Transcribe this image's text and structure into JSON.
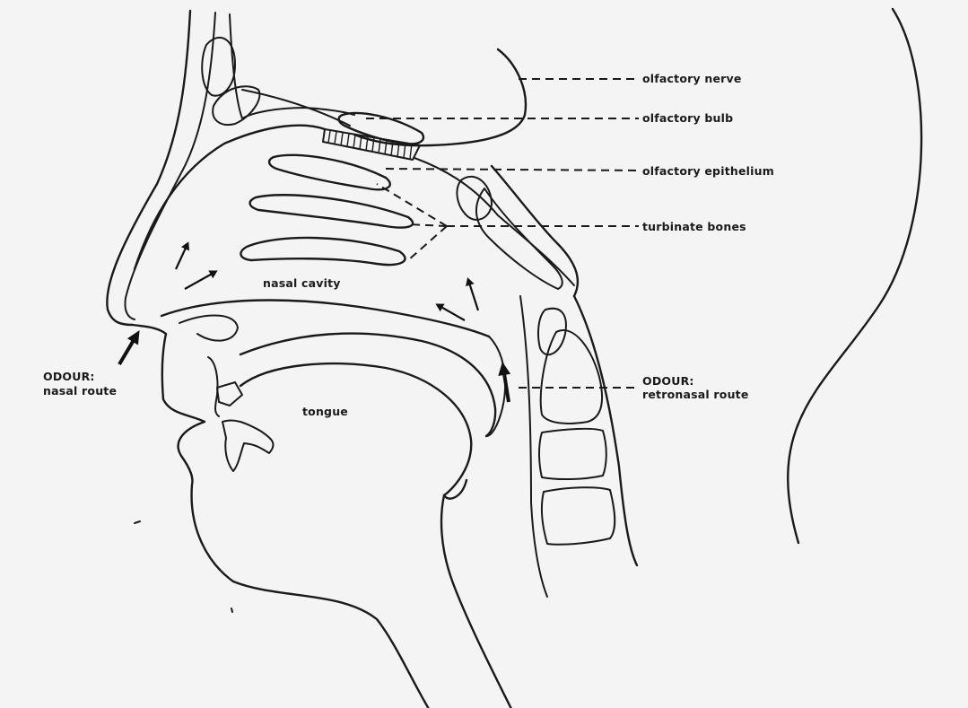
{
  "labels": {
    "olfactory_nerve": "olfactory nerve",
    "olfactory_bulb": "olfactory bulb",
    "olfactory_epithelium": "olfactory epithelium",
    "turbinate_bones": "turbinate bones",
    "nasal_cavity": "nasal cavity",
    "tongue": "tongue",
    "odour_nasal_title": "ODOUR:",
    "odour_nasal_route": "nasal route",
    "odour_retro_title": "ODOUR:",
    "odour_retro_route": "retronasal route"
  },
  "colors": {
    "line": "#1a1a1a",
    "paper": "#f4f4f4"
  }
}
